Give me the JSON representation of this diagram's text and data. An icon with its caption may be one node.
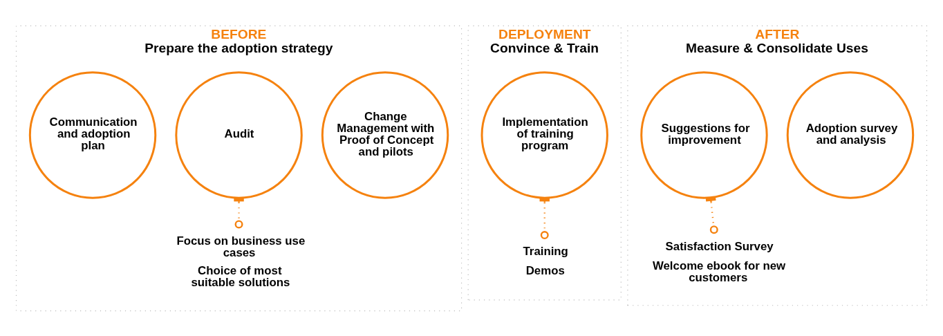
{
  "diagram": {
    "nodes": [
      {
        "text": [
          "BEFORE",
          "Prepare the adoption strategy"
        ]
      },
      {
        "text": [
          "Change Management with Proof of Concept and pilots"
        ],
        "in": 0
      },
      {
        "text": [
          "Audit"
        ],
        "in": 0
      },
      {
        "text": [
          "Communication and adoption plan"
        ],
        "in": 0
      },
      {
        "text": [
          "Focus on business use cases",
          "Choice of most suitable solutions"
        ],
        "in": 0
      },
      {
        "text": [
          "DEPLOYMENT",
          "Convince & Train"
        ]
      },
      {
        "text": [
          "Implementation of training program"
        ],
        "in": 5
      },
      {
        "text": [
          "Training",
          "Demos"
        ],
        "in": 5
      },
      {
        "text": [
          "AFTER",
          "Measure & Consolidate Uses"
        ]
      },
      {
        "text": [
          "Adoption survey and analysis"
        ],
        "in": 8
      },
      {
        "text": [
          "Suggestions for improvement"
        ],
        "in": 8
      },
      {
        "text": [
          "Satisfaction Survey",
          "Welcome ebook for new customers"
        ],
        "in": 8
      }
    ],
    "edges": [
      {
        "from": 2,
        "to": 4,
        "arrow": "other",
        "style": "dashed"
      },
      {
        "from": 6,
        "to": 7,
        "arrow": "other",
        "style": "dashed"
      },
      {
        "from": 10,
        "to": 11,
        "arrow": "other",
        "style": "dashed"
      }
    ]
  }
}
